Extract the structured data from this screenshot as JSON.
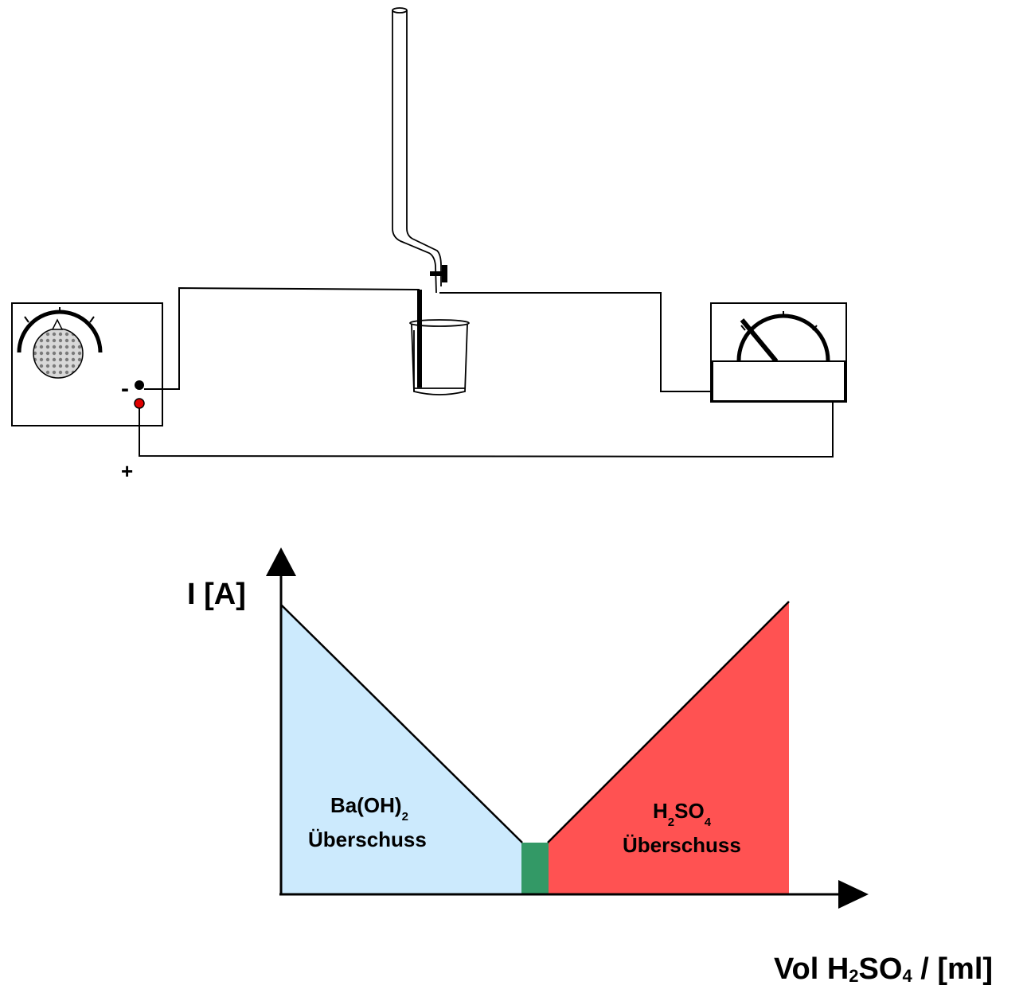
{
  "apparatus": {
    "terminal_minus": "-",
    "terminal_plus": "+"
  },
  "graph": {
    "y_axis_label": "I [A]",
    "x_axis_label": {
      "prefix": "Vol H",
      "sub1": "2",
      "mid": "SO",
      "sub2": "4",
      "suffix": " / [ml]"
    },
    "region_left": {
      "formula_main": "Ba(OH)",
      "formula_sub": "2",
      "caption": "Überschuss",
      "color": "#cceafd"
    },
    "region_right": {
      "formula_h": "H",
      "formula_sub1": "2",
      "formula_so": "SO",
      "formula_sub2": "4",
      "caption": "Überschuss",
      "color": "#ff5252"
    },
    "equivalence_color": "#339966"
  }
}
